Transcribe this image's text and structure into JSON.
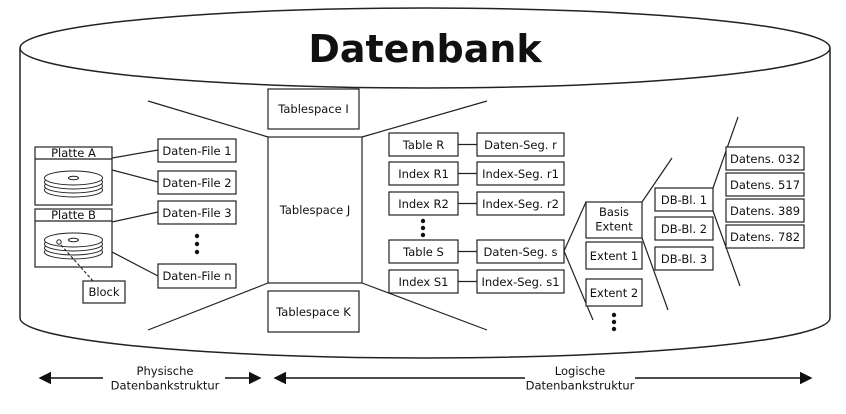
{
  "title": "Datenbank",
  "physical": {
    "disks": [
      {
        "label": "Platte A"
      },
      {
        "label": "Platte B"
      }
    ],
    "block_label": "Block",
    "files": [
      "Daten-File 1",
      "Daten-File 2",
      "Daten-File 3",
      "Daten-File n"
    ]
  },
  "tablespaces": [
    "Tablespace I",
    "Tablespace J",
    "Tablespace K"
  ],
  "objects": [
    "Table R",
    "Index R1",
    "Index R2",
    "Table S",
    "Index S1"
  ],
  "segments": [
    "Daten-Seg. r",
    "Index-Seg. r1",
    "Index-Seg. r2",
    "Daten-Seg. s",
    "Index-Seg. s1"
  ],
  "extents": [
    "Basis\nExtent",
    "Extent 1",
    "Extent 2"
  ],
  "db_blocks": [
    "DB-Bl. 1",
    "DB-Bl. 2",
    "DB-Bl. 3"
  ],
  "data_blocks": [
    "Datens. 032",
    "Datens. 517",
    "Datens. 389",
    "Datens. 782"
  ],
  "footer": {
    "physical_label": "Physische\nDatenbankstruktur",
    "logical_label": "Logische\nDatenbankstruktur"
  }
}
